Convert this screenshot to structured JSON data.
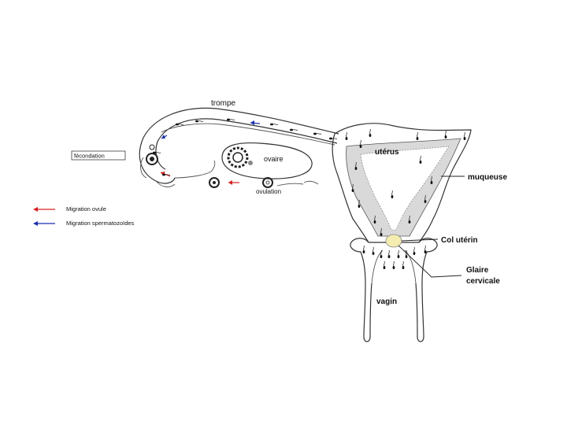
{
  "labels": {
    "trompe": "trompe",
    "uterus": "utérus",
    "muqueuse": "muqueuse",
    "fecondation": "fécondation",
    "ovaire": "ovaire",
    "ovulation": "ovulation",
    "col_uterin": "Col utérin",
    "glaire_line1": "Glaire",
    "glaire_line2": "cervicale",
    "vagin": "vagin"
  },
  "legend": {
    "ovule_label": "Migration ovule",
    "sperm_label": "Migration spermatozoïdes",
    "ovule_color": "#d62020",
    "sperm_color": "#1a2fb0"
  },
  "colors": {
    "mucosa": "#d9d9d9",
    "cervical_mucus": "#f4ecb0",
    "outline": "#333333"
  }
}
